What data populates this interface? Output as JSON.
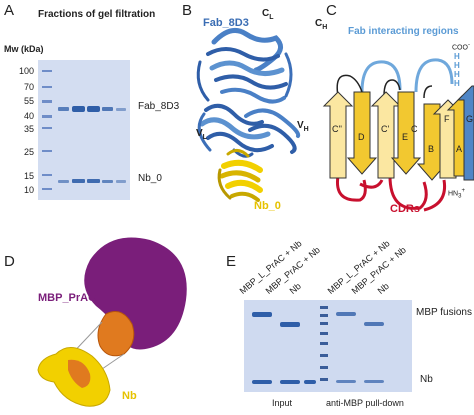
{
  "panels": {
    "A": {
      "letter": "A",
      "title": "Fractions of gel filtration",
      "axis_label": "Mw (kDa)",
      "markers": [
        "100",
        "70",
        "55",
        "40",
        "35",
        "25",
        "15",
        "10"
      ],
      "band_labels": [
        "Fab_8D3",
        "Nb_0"
      ]
    },
    "B": {
      "letter": "B",
      "labels": {
        "fab": "Fab_8D3",
        "cl": "C",
        "cl_sub": "L",
        "ch": "C",
        "ch_sub": "H",
        "vl": "V",
        "vl_sub": "L",
        "vh": "V",
        "vh_sub": "H",
        "nb": "Nb_0"
      }
    },
    "C": {
      "letter": "C",
      "title": "Fab interacting regions",
      "strands": [
        "C''",
        "C'",
        "C",
        "B",
        "F",
        "A",
        "G",
        "D",
        "E"
      ],
      "cterm": "COO",
      "cterm_sup": "-",
      "nterm": "HN",
      "nterm_sub": "3",
      "nterm_sup": "+",
      "his_tag": [
        "H",
        "H",
        "H",
        "H"
      ],
      "cdrs": "CDRs"
    },
    "D": {
      "letter": "D",
      "mbp_label": "MBP_PrAC",
      "nb_label": "Nb"
    },
    "E": {
      "letter": "E",
      "lane_labels": [
        "MBP_L_PrAC + Nb",
        "MBP_PrAC + Nb",
        "Nb",
        "MBP_L_PrAC + Nb",
        "MBP_PrAC + Nb",
        "Nb"
      ],
      "right_labels": [
        "MBP fusions",
        "Nb"
      ],
      "bottom_labels": [
        "Input",
        "anti-MBP pull-down"
      ]
    }
  },
  "colors": {
    "fab_blue": "#3a6db4",
    "nb_yellow": "#f2d000",
    "cdr_red": "#c8102e",
    "mbp_purple": "#7a1e7a",
    "orange": "#e07a1f",
    "gel_bg": "#cfdaf0",
    "band": "#2f5ea8"
  }
}
